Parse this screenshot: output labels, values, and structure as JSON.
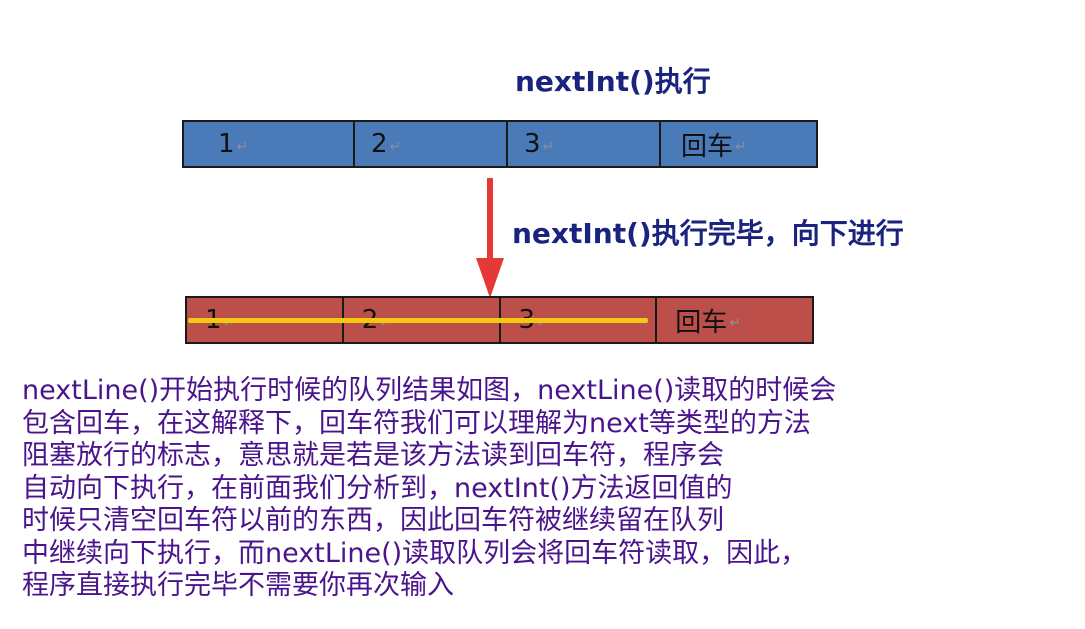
{
  "title_top": "nextInt()执行",
  "arrow_label": "nextInt()执行完毕，向下进行",
  "return_mark": "↵",
  "queue_before": {
    "cells": [
      "1",
      "2",
      "3",
      "回车"
    ]
  },
  "queue_after": {
    "cells": [
      "1",
      "2",
      "3",
      "回车"
    ]
  },
  "colors": {
    "queue_before_fill": "#4a7ab8",
    "queue_after_fill": "#bd4f4b",
    "arrow": "#e53935",
    "strike": "#f2c811",
    "heading_text": "#1a237e",
    "explain_text": "#4a148c"
  },
  "explanation": {
    "lines": [
      "nextLine()开始执行时候的队列结果如图，nextLine()读取的时候会",
      "包含回车，在这解释下，回车符我们可以理解为next等类型的方法",
      "阻塞放行的标志，意思就是若是该方法读到回车符，程序会",
      "自动向下执行，在前面我们分析到，nextInt()方法返回值的",
      "时候只清空回车符以前的东西，因此回车符被继续留在队列",
      "中继续向下执行，而nextLine()读取队列会将回车符读取，因此，",
      "程序直接执行完毕不需要你再次输入"
    ]
  }
}
